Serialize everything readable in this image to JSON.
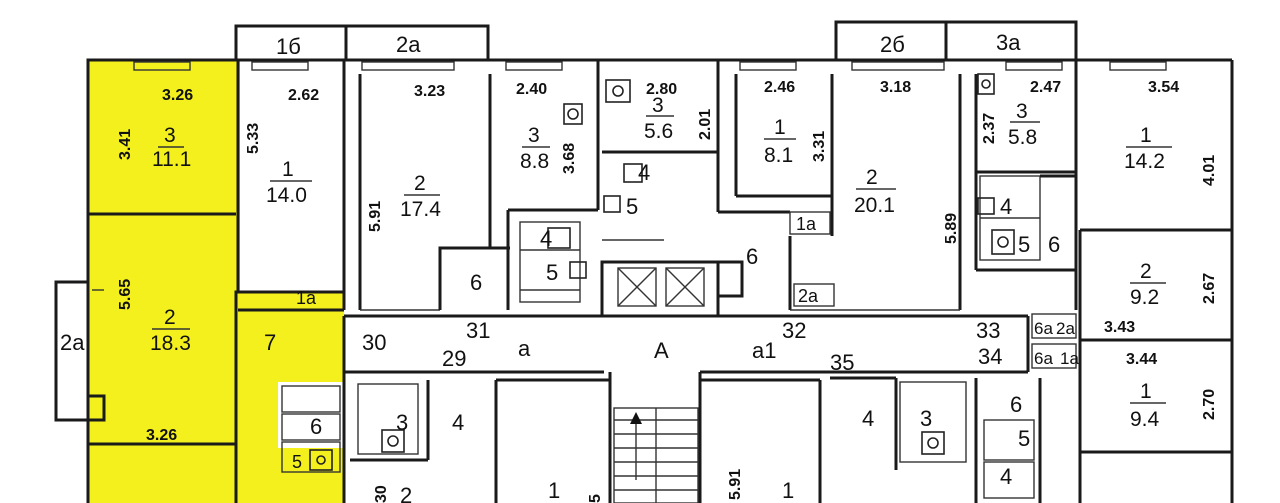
{
  "colors": {
    "highlight": "#f3f01e",
    "walls": "#1a1a1a",
    "background": "#ffffff"
  },
  "labels": {
    "top_1b": "1б",
    "top_2a": "2а",
    "top_2b": "2б",
    "top_3a": "3а",
    "room_1a_left": "1а",
    "room_6_left": "6",
    "room_7": "7",
    "balcony_2a": "2а",
    "room_4_center": "4",
    "room_5_center": "5",
    "room_4_small": "4",
    "room_5_small": "5",
    "room_6_center": "6",
    "room_1a_mid": "1а",
    "room_2a_mid": "2а",
    "room_4_right": "4",
    "room_5_right": "5",
    "room_6_right": "6",
    "room_6a_1": "6а",
    "room_2a_tiny": "2а",
    "room_6a_2": "6а",
    "room_1a_tiny": "1а",
    "hall_a": "а",
    "hall_A": "А",
    "hall_a1": "а1",
    "n30": "30",
    "n31": "31",
    "n29": "29",
    "n32": "32",
    "n33": "33",
    "n34": "34",
    "n35": "35",
    "bath_3_left": "3",
    "bath_4_left": "4",
    "bath_6_left": "6",
    "bath_5_left": "5",
    "bot_2": "2",
    "bot_1_mid": "1",
    "bot_1_right": "1",
    "bot_4": "4",
    "bot_3": "3",
    "bot_6": "6",
    "bot_5": "5",
    "bot_4b": "4"
  },
  "rooms": {
    "y3": {
      "num": "3",
      "area": "11.1"
    },
    "y2": {
      "num": "2",
      "area": "18.3"
    },
    "r1_14": {
      "num": "1",
      "area": "14.0"
    },
    "r2_17": {
      "num": "2",
      "area": "17.4"
    },
    "r3_88": {
      "num": "3",
      "area": "8.8"
    },
    "r3_56": {
      "num": "3",
      "area": "5.6"
    },
    "r1_81": {
      "num": "1",
      "area": "8.1"
    },
    "r2_201": {
      "num": "2",
      "area": "20.1"
    },
    "r3_58": {
      "num": "3",
      "area": "5.8"
    },
    "r1_142": {
      "num": "1",
      "area": "14.2"
    },
    "r2_92": {
      "num": "2",
      "area": "9.2"
    },
    "r1_94": {
      "num": "1",
      "area": "9.4"
    }
  },
  "dims": {
    "d326a": "3.26",
    "d341": "3.41",
    "d565": "5.65",
    "d326b": "3.26",
    "d262": "2.62",
    "d533": "5.33",
    "d591a": "5.91",
    "d323": "3.23",
    "d240": "2.40",
    "d368": "3.68",
    "d280": "2.80",
    "d201": "2.01",
    "d246": "2.46",
    "d331": "3.31",
    "d318": "3.18",
    "d589": "5.89",
    "d237": "2.37",
    "d247": "2.47",
    "d354": "3.54",
    "d401": "4.01",
    "d267": "2.67",
    "d343": "3.43",
    "d344": "3.44",
    "d270": "2.70",
    "d591b": "5.91",
    "d30b": "30",
    "d5b": "5"
  }
}
